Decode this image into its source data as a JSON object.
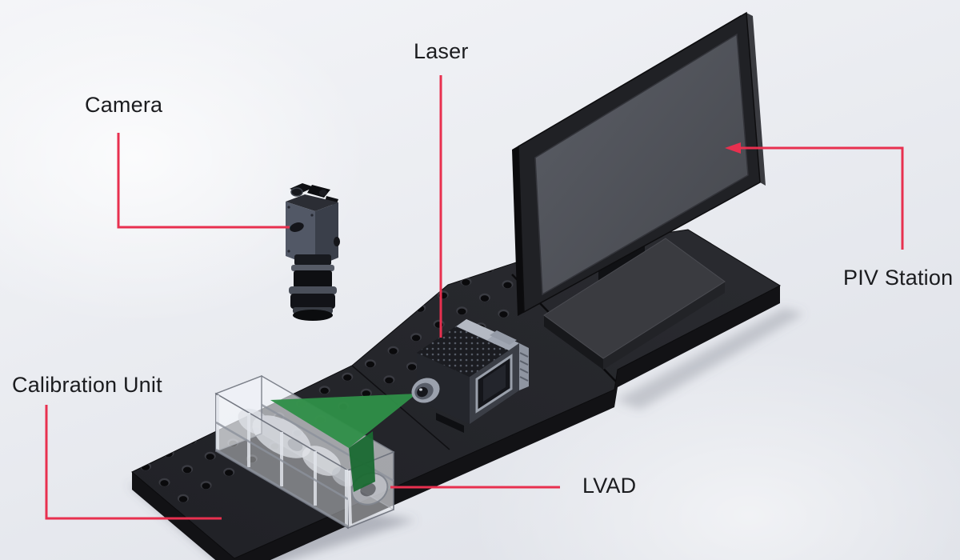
{
  "figure": {
    "type": "isometric-diagram",
    "description": "CAD rendering of a PIV experimental setup: camera, laser, calibration unit with LVAD and PIV station monitor mounted on an optical breadboard",
    "accent_color": "#e8304f",
    "laser_sheet_color": "#2f8f48",
    "breadboard_color": "#232428",
    "labels": [
      {
        "id": "camera",
        "text": "Camera"
      },
      {
        "id": "laser",
        "text": "Laser"
      },
      {
        "id": "piv_station",
        "text": "PIV Station"
      },
      {
        "id": "calibration_unit",
        "text": "Calibration Unit"
      },
      {
        "id": "lvad",
        "text": "LVAD"
      }
    ]
  }
}
